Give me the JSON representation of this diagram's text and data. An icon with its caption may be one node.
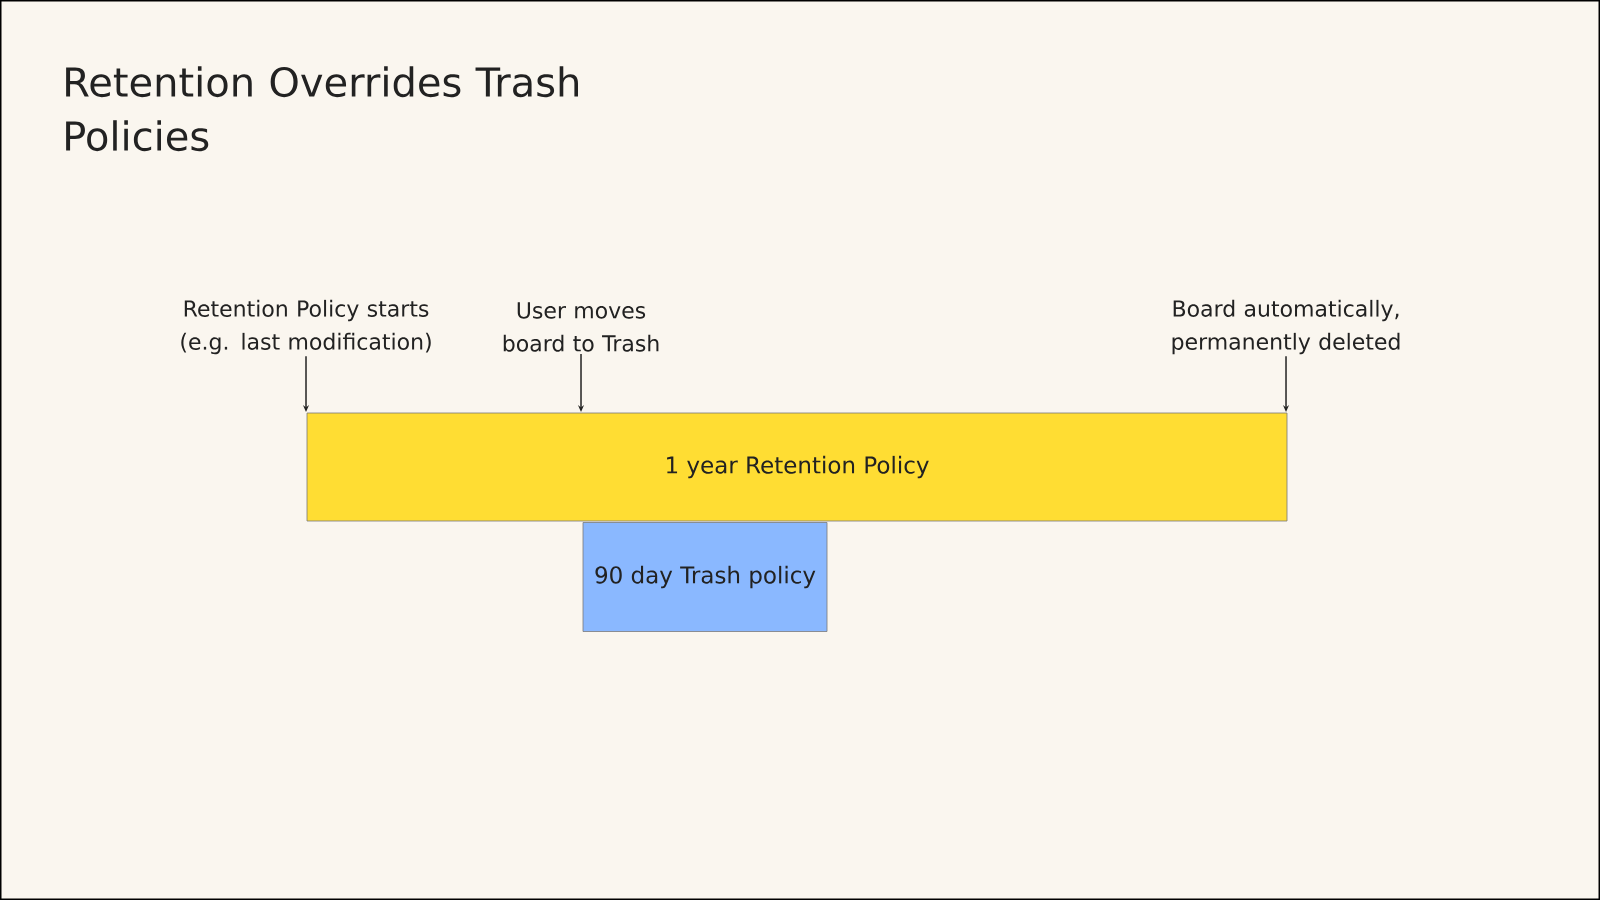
{
  "diagram": {
    "title": "Retention Overrides Trash Policies",
    "nodes": [
      {
        "text": [
          "Retention Policy starts (e.g. last modification)"
        ]
      },
      {
        "text": [
          "User moves board to Trash"
        ]
      },
      {
        "text": [
          "Board automatically, permanently deleted"
        ]
      },
      {
        "text": [
          "1 year Retention Policy"
        ]
      },
      {
        "text": [
          "90 day Trash policy"
        ]
      }
    ],
    "edges": [
      {
        "from": 0,
        "to": 3,
        "arrow": "to"
      },
      {
        "from": 1,
        "to": 3,
        "arrow": "to"
      },
      {
        "from": 2,
        "to": 3,
        "arrow": "to"
      }
    ]
  }
}
